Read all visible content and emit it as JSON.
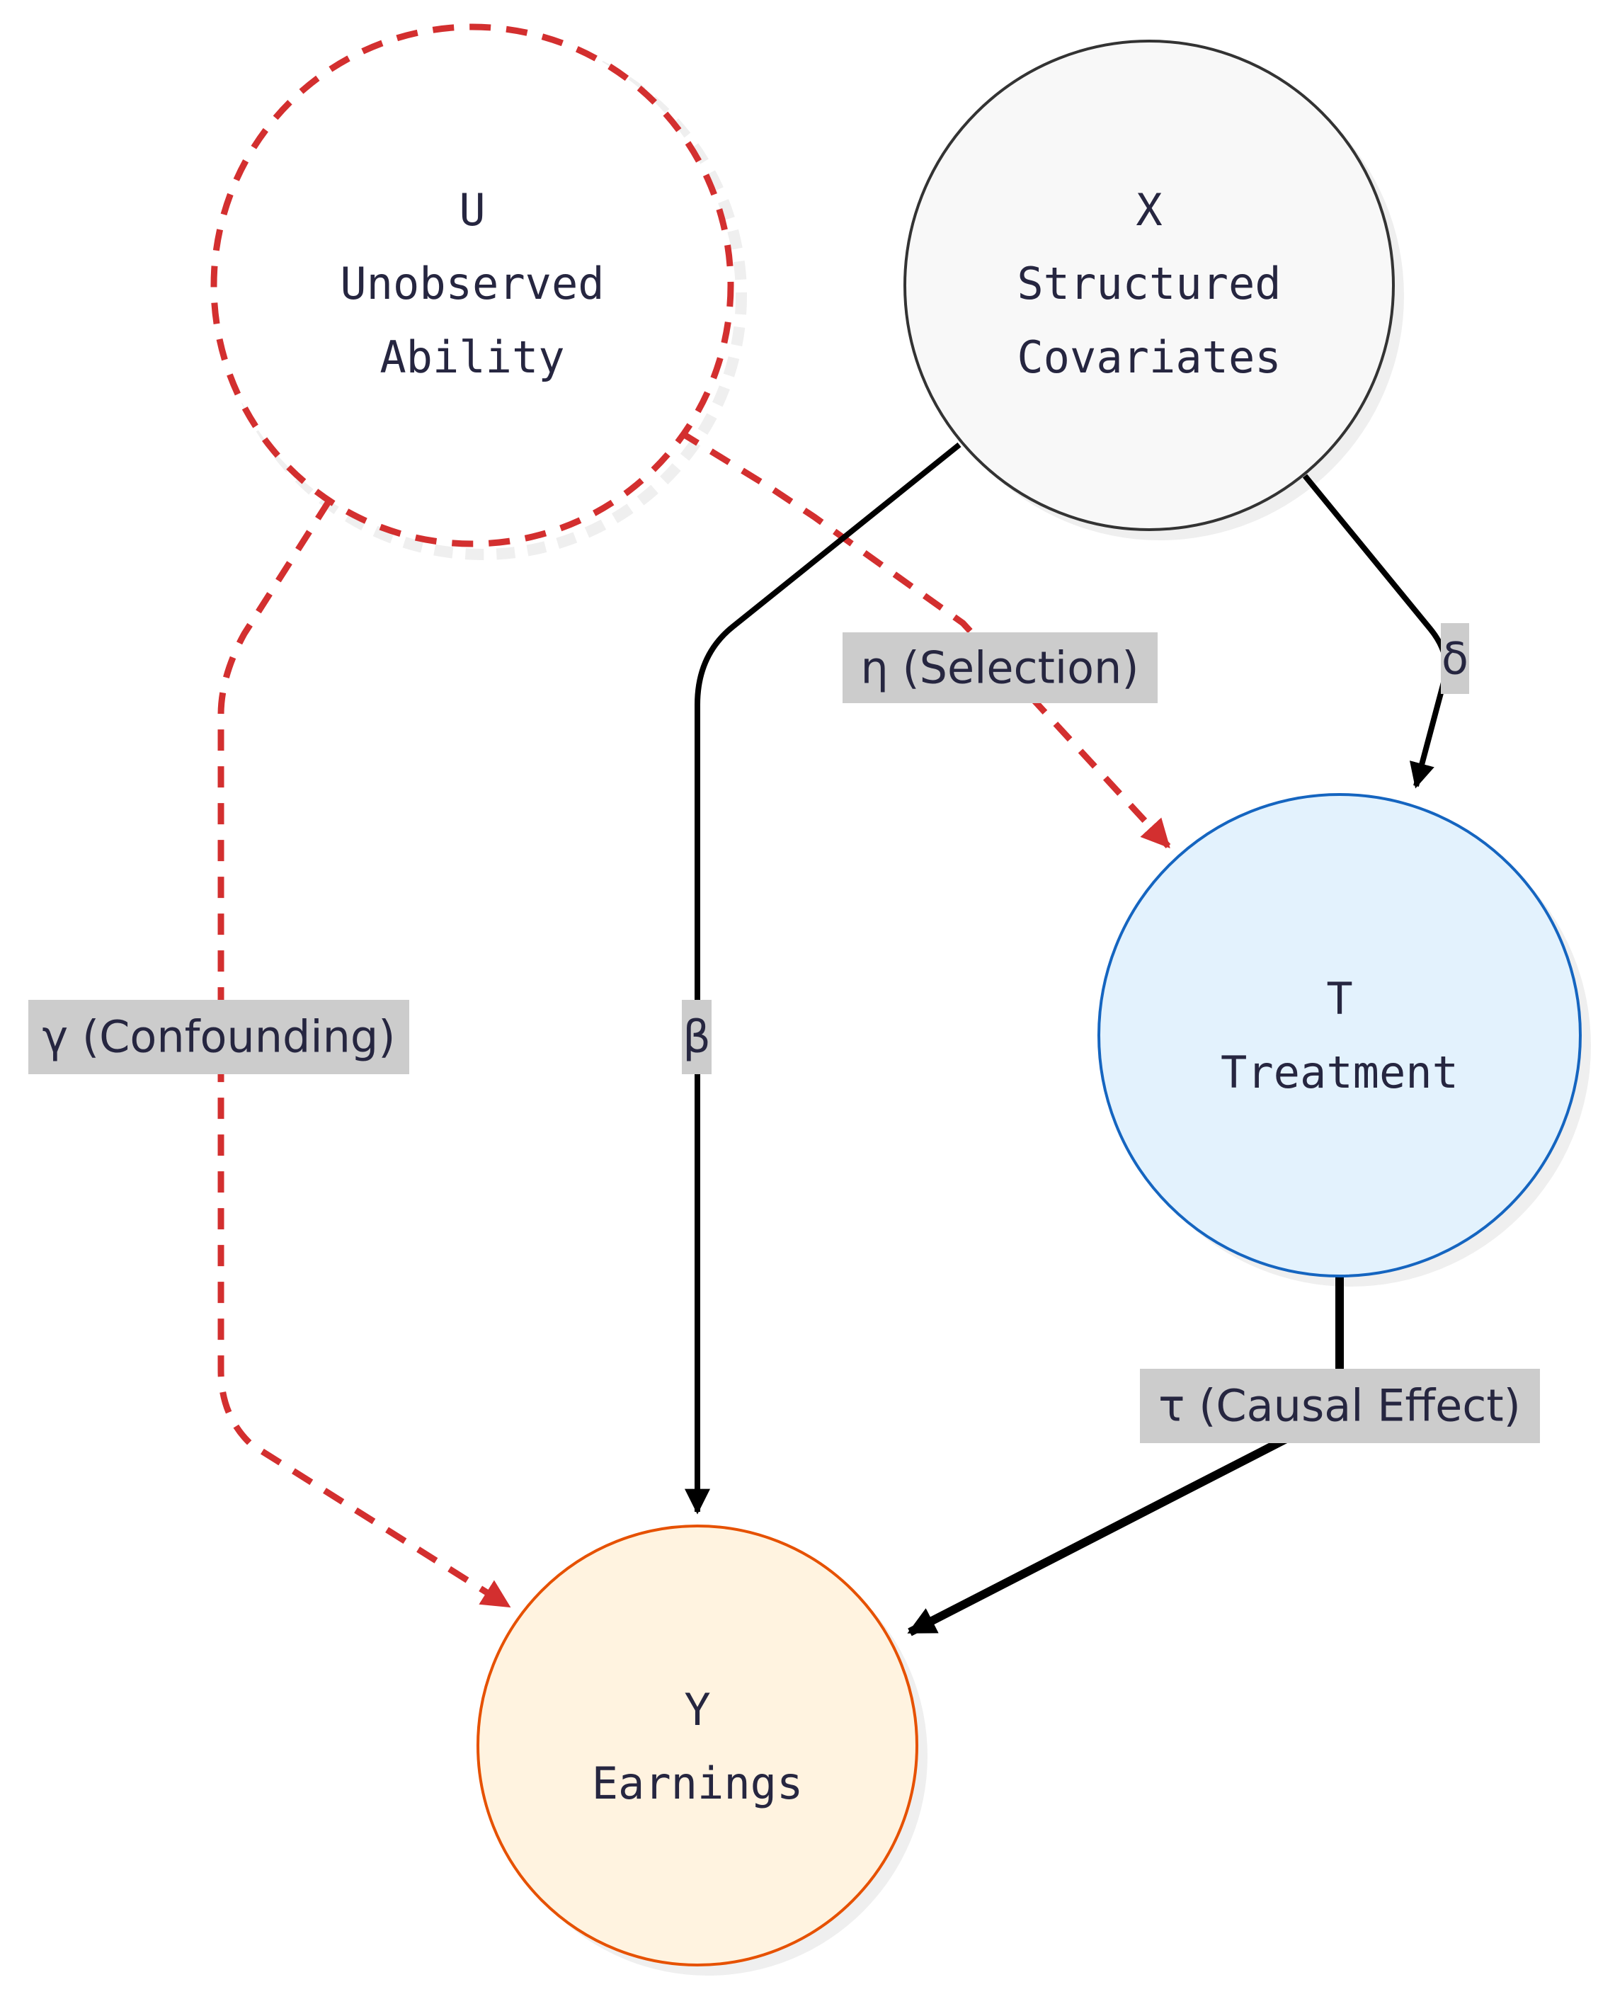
{
  "diagram": {
    "type": "causal-dag",
    "nodes": {
      "U": {
        "symbol": "U",
        "line1": "Unobserved",
        "line2": "Ability",
        "fill": "#ffffff",
        "stroke": "#d32f2f",
        "style": "dashed"
      },
      "X": {
        "symbol": "X",
        "line1": "Structured",
        "line2": "Covariates",
        "fill": "#f8f8f8",
        "stroke": "#333333",
        "style": "solid"
      },
      "T": {
        "symbol": "T",
        "line1": "Treatment",
        "fill": "#e3f2fd",
        "stroke": "#1565c0",
        "style": "solid"
      },
      "Y": {
        "symbol": "Y",
        "line1": "Earnings",
        "fill": "#fff3e0",
        "stroke": "#e65100",
        "style": "solid"
      }
    },
    "edges": {
      "selection": {
        "from": "U",
        "to": "T",
        "label": "η (Selection)",
        "color": "#d32f2f",
        "style": "dashed"
      },
      "delta": {
        "from": "X",
        "to": "T",
        "label": "δ",
        "color": "#000000",
        "style": "solid"
      },
      "confounding": {
        "from": "U",
        "to": "Y",
        "label": "γ (Confounding)",
        "color": "#d32f2f",
        "style": "dashed"
      },
      "beta": {
        "from": "X",
        "to": "Y",
        "label": "β",
        "color": "#000000",
        "style": "solid"
      },
      "causal": {
        "from": "T",
        "to": "Y",
        "label": "τ (Causal Effect)",
        "color": "#000000",
        "style": "solid-thick"
      }
    },
    "label_background": "#cccccc",
    "text_color": "#262640"
  }
}
